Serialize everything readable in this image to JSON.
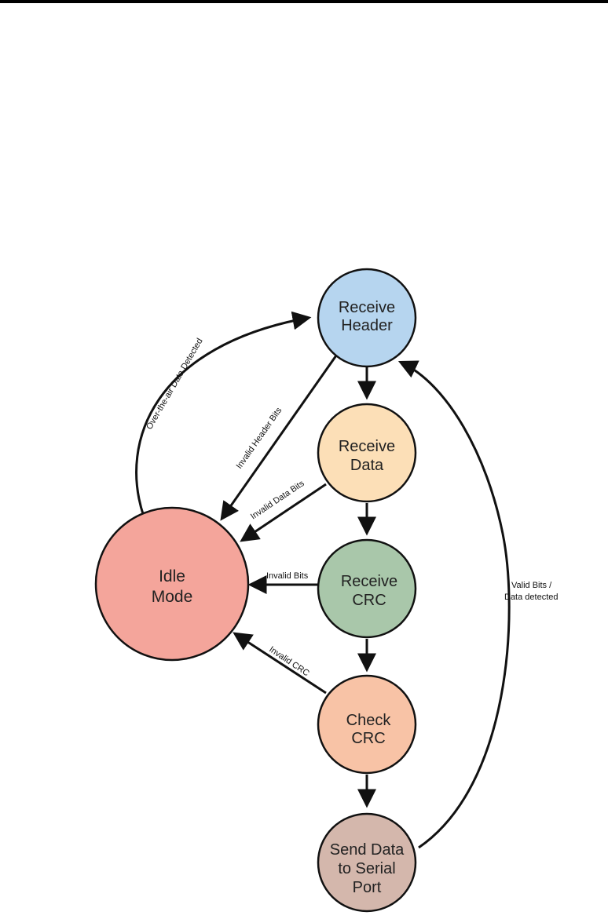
{
  "nodes": {
    "receive_header": {
      "line1": "Receive",
      "line2": "Header",
      "color": "#b6d5ef"
    },
    "receive_data": {
      "line1": "Receive",
      "line2": "Data",
      "color": "#fcdfb7"
    },
    "receive_crc": {
      "line1": "Receive",
      "line2": "CRC",
      "color": "#a9c7aa"
    },
    "check_crc": {
      "line1": "Check",
      "line2": "CRC",
      "color": "#f8c3a6"
    },
    "send_data": {
      "line1": "Send Data",
      "line2": "to Serial",
      "line3": "Port",
      "color": "#d4b7ac"
    },
    "idle_mode": {
      "line1": "Idle",
      "line2": "Mode",
      "color": "#f4a59b"
    }
  },
  "edges": {
    "over_the_air": "Over-the-air Data Detected",
    "invalid_header_bits": "Invalid Header Bits",
    "invalid_data_bits": "Invalid Data Bits",
    "invalid_bits": "Invalid Bits",
    "invalid_crc": "Invalid CRC",
    "valid_bits_line1": "Valid Bits /",
    "valid_bits_line2": "Data detected"
  }
}
